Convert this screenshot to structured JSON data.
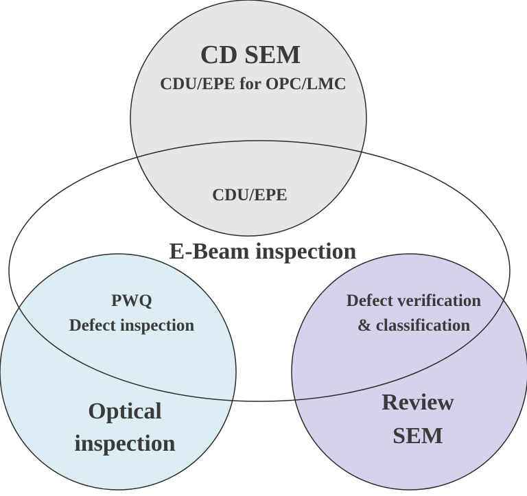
{
  "diagram": {
    "colors": {
      "cd_sem_fill": "#e6e6e6",
      "optical_fill": "#dcedf4",
      "review_fill": "#d5d2ec",
      "stroke": "#2a2a2a",
      "text": "#3a3a3a"
    },
    "cd_sem": {
      "title": "CD SEM",
      "subtitle": "CDU/EPE for OPC/LMC"
    },
    "overlap_cd_ebeam": "CDU/EPE",
    "ebeam": {
      "title": "E-Beam inspection"
    },
    "overlap_optical_ebeam": {
      "line1": "PWQ",
      "line2": "Defect inspection"
    },
    "overlap_review_ebeam": {
      "line1": "Defect verification",
      "line2": "& classification"
    },
    "optical": {
      "line1": "Optical",
      "line2": "inspection"
    },
    "review": {
      "line1": "Review",
      "line2": "SEM"
    }
  }
}
